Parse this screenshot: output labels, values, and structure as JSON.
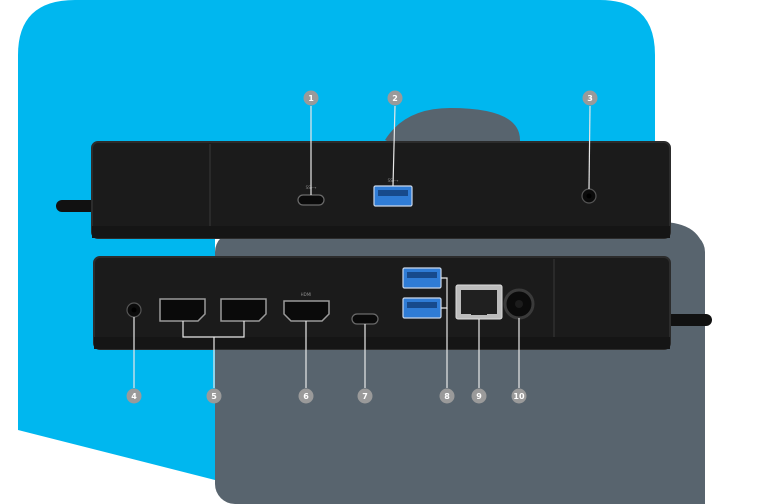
{
  "colors": {
    "blue_shape": "#00b7ef",
    "slate_shape": "#58646e",
    "dock_body": "#1b1b1b",
    "dock_edge": "#2c2c2c",
    "usb_blue": "#2f7cd6",
    "callout_badge": "#9a9a9a"
  },
  "callouts": [
    {
      "number": "1",
      "target": "usb-c-port-front"
    },
    {
      "number": "2",
      "target": "usb-a-port-front"
    },
    {
      "number": "3",
      "target": "headset-jack-front"
    },
    {
      "number": "4",
      "target": "audio-out-rear"
    },
    {
      "number": "5",
      "target": "displayport-pair"
    },
    {
      "number": "6",
      "target": "hdmi-port"
    },
    {
      "number": "7",
      "target": "usb-c-port-rear"
    },
    {
      "number": "8",
      "target": "usb-a-pair-rear"
    },
    {
      "number": "9",
      "target": "ethernet-port"
    },
    {
      "number": "10",
      "target": "dc-power-in"
    }
  ],
  "port_labels": {
    "hdmi": "HDMI",
    "usb_ss": "SS⟷"
  }
}
